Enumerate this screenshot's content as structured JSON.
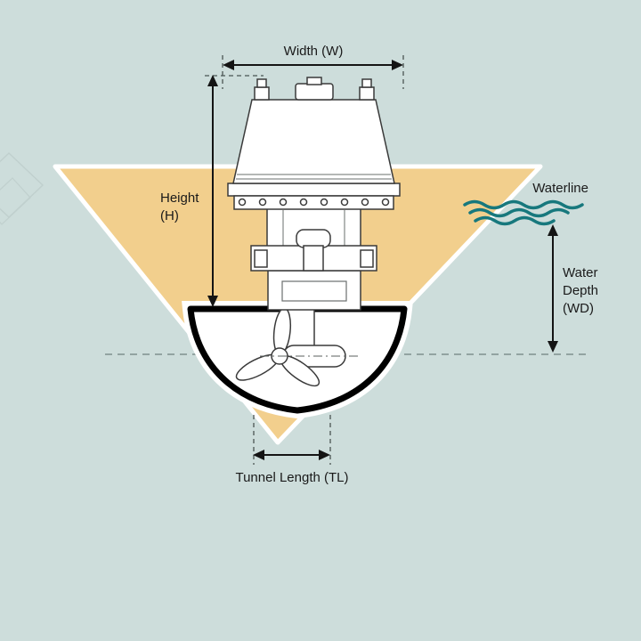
{
  "labels": {
    "width": "Width (W)",
    "height_line1": "Height",
    "height_line2": "(H)",
    "waterline": "Waterline",
    "water_depth_line1": "Water",
    "water_depth_line2": "Depth",
    "water_depth_line3": "(WD)",
    "tunnel_length": "Tunnel Length (TL)"
  },
  "colors": {
    "background": "#cddddb",
    "hull": "#f2cf8d",
    "tunnel_outline": "#000000",
    "unit_line": "#3a3a3a",
    "wave": "#17787d",
    "dimension": "#141414",
    "text": "#1a1a1a"
  }
}
